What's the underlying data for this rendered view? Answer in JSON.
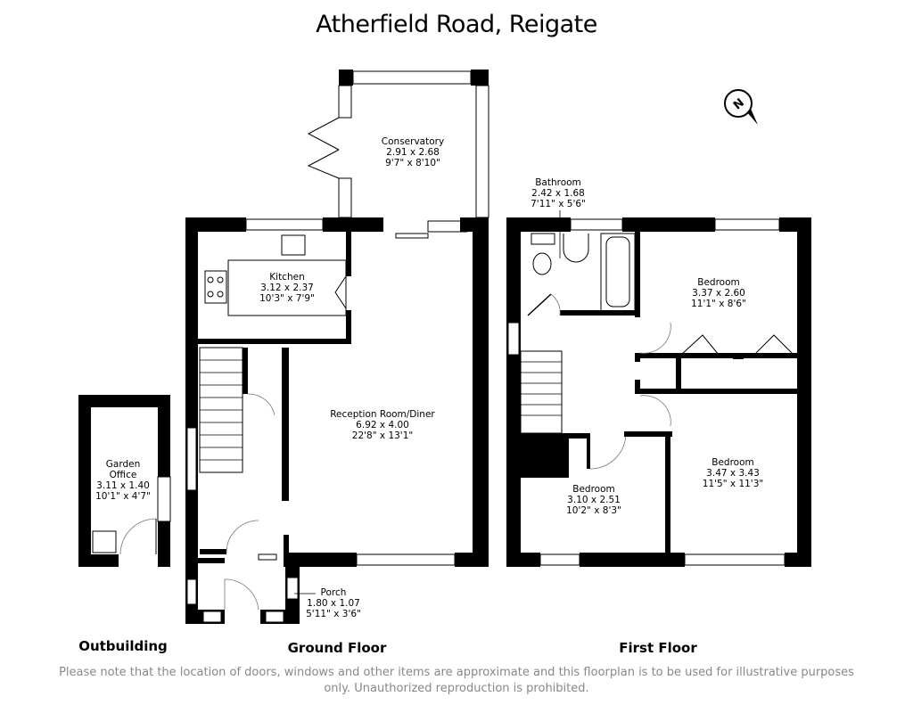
{
  "title": "Atherfield Road, Reigate",
  "compass": {
    "label": "N",
    "icon": "north-arrow-icon"
  },
  "rooms": {
    "conservatory": {
      "name": "Conservatory",
      "metric": "2.91 x 2.68",
      "imperial": "9'7\" x 8'10\""
    },
    "kitchen": {
      "name": "Kitchen",
      "metric": "3.12 x 2.37",
      "imperial": "10'3\" x 7'9\""
    },
    "reception": {
      "name": "Reception Room/Diner",
      "metric": "6.92 x 4.00",
      "imperial": "22'8\" x 13'1\""
    },
    "porch": {
      "name": "Porch",
      "metric": "1.80 x 1.07",
      "imperial": "5'11\" x 3'6\""
    },
    "garden_office": {
      "name_line1": "Garden",
      "name_line2": "Office",
      "metric": "3.11 x 1.40",
      "imperial": "10'1\" x 4'7\""
    },
    "bathroom": {
      "name": "Bathroom",
      "metric": "2.42 x 1.68",
      "imperial": "7'11\" x 5'6\""
    },
    "bedroom1": {
      "name": "Bedroom",
      "metric": "3.37 x 2.60",
      "imperial": "11'1\" x 8'6\""
    },
    "bedroom2": {
      "name": "Bedroom",
      "metric": "3.47 x 3.43",
      "imperial": "11'5\" x 11'3\""
    },
    "bedroom3": {
      "name": "Bedroom",
      "metric": "3.10 x 2.51",
      "imperial": "10'2\" x 8'3\""
    }
  },
  "floors": {
    "outbuilding": "Outbuilding",
    "ground": "Ground Floor",
    "first": "First Floor"
  },
  "disclaimer": "Please note that the location of doors, windows and other items are approximate and this floorplan is to be used for illustrative purposes only. Unauthorized reproduction is prohibited."
}
